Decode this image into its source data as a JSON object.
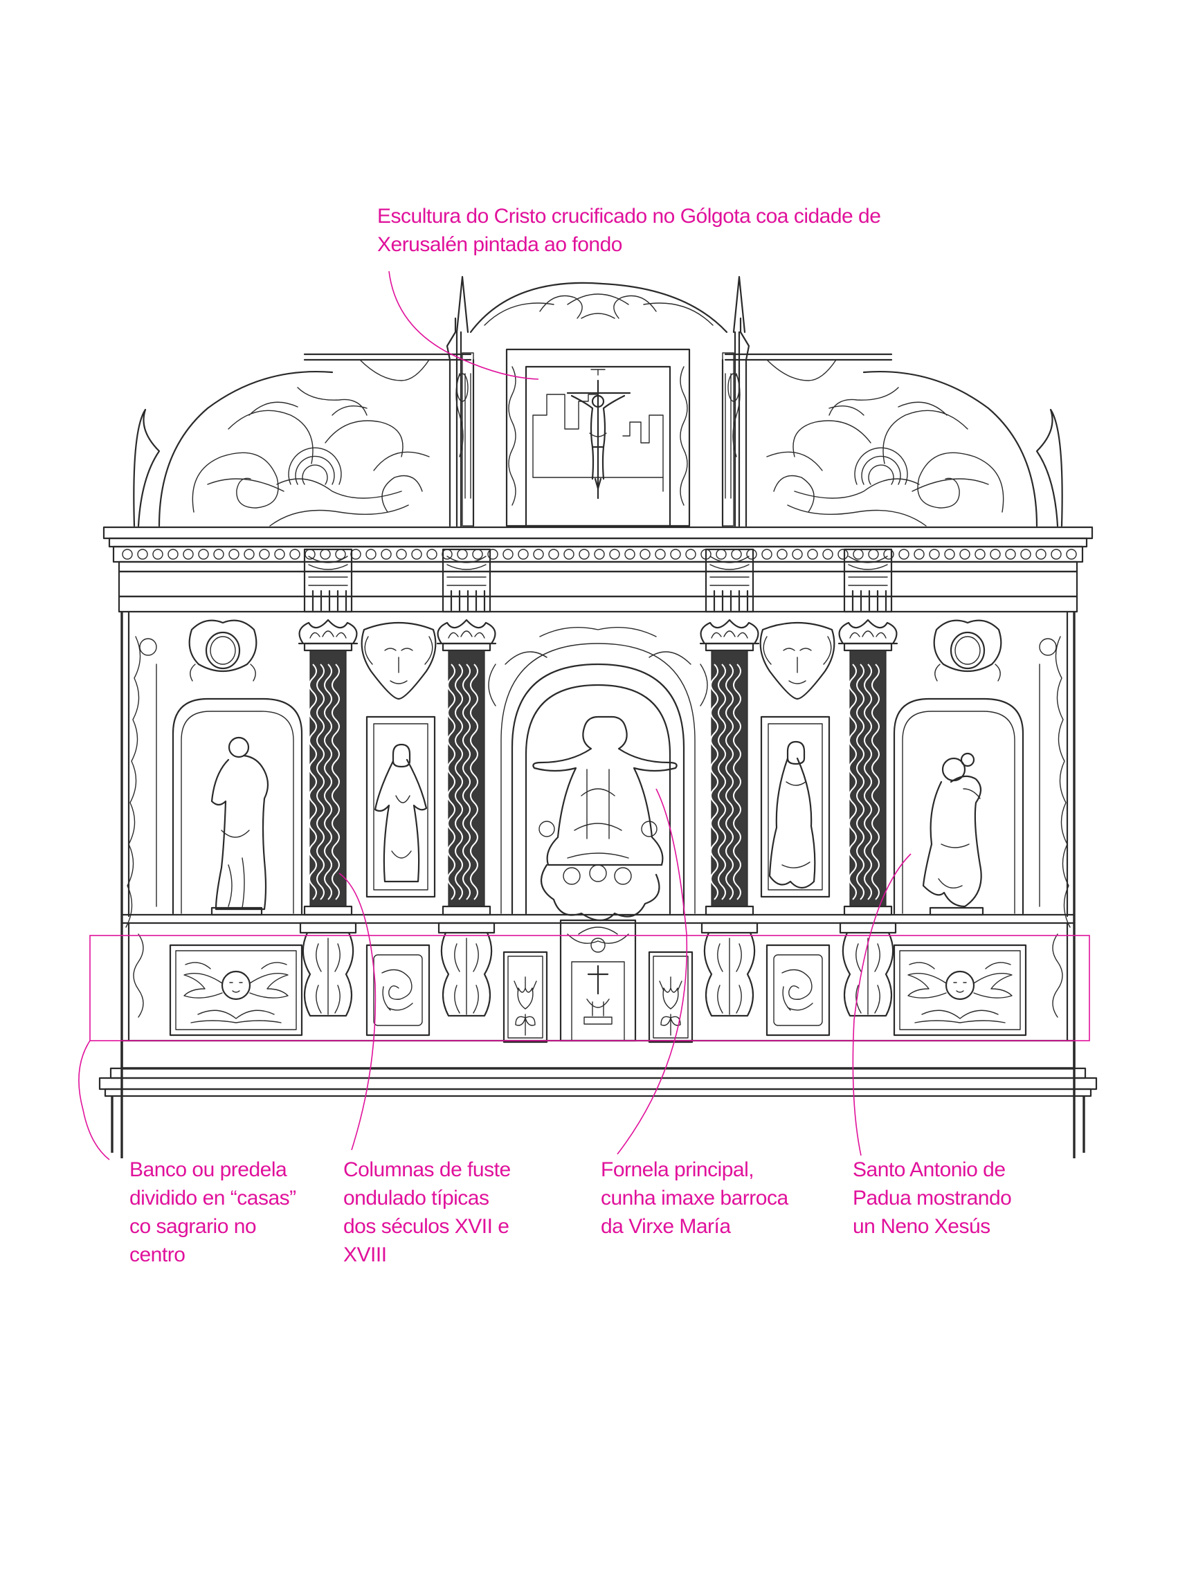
{
  "accent_color": "#e0119b",
  "line_color": "#2a2a2a",
  "annotations": {
    "cristo": {
      "lines": [
        "Escultura do Cristo crucificado no Gólgota coa cidade de",
        "Xerusalén pintada ao fondo"
      ]
    },
    "banco": {
      "lines": [
        "Banco ou predela",
        "dividido en “casas”",
        "co sagrario no",
        "centro"
      ]
    },
    "columnas": {
      "lines": [
        "Columnas de fuste",
        "ondulado típicas",
        "dos séculos XVII e",
        "XVIII"
      ]
    },
    "fornela": {
      "lines": [
        "Fornela principal,",
        "cunha imaxe barroca",
        "da Virxe María"
      ]
    },
    "santo": {
      "lines": [
        "Santo Antonio de",
        "Padua mostrando",
        "un Neno Xesús"
      ]
    }
  }
}
